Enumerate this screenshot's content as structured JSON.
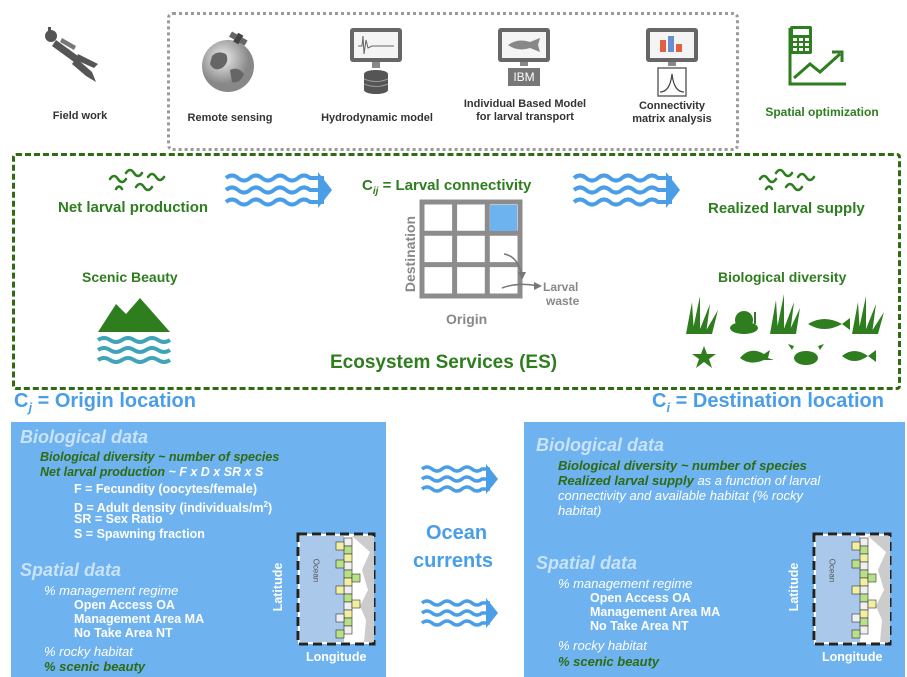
{
  "top": {
    "field_work": "Field work",
    "remote_sensing": "Remote sensing",
    "hydrodynamic_model": "Hydrodynamic model",
    "ibm_line1": "Individual Based Model",
    "ibm_line2": "for larval transport",
    "ibm_screen": "IBM",
    "connectivity_line1": "Connectivity",
    "connectivity_line2": "matrix analysis",
    "spatial_optimization": "Spatial optimization"
  },
  "es": {
    "net_larval_production": "Net larval production",
    "larval_connectivity": "C",
    "larval_connectivity_sub": "ij",
    "larval_connectivity_rest": " = Larval connectivity",
    "realized_larval_supply": "Realized larval supply",
    "scenic_beauty": "Scenic Beauty",
    "biological_diversity": "Biological diversity",
    "destination_axis": "Destination",
    "origin_axis": "Origin",
    "larval_waste_1": "Larval",
    "larval_waste_2": "waste",
    "title": "Ecosystem Services (ES)"
  },
  "origin": {
    "c": "C",
    "sub": "j",
    "rest": " = Origin location",
    "bio_heading": "Biological data",
    "bio_div": "Biological diversity ~ number of species",
    "net_larval_a": "Net larval production",
    "net_larval_b": " ~ F x D x SR x S",
    "f_line": "F = Fecundity (oocytes/female)",
    "d_line": "D = Adult density (individuals/m",
    "d_sup": "2",
    "d_end": ")",
    "sr_line": "SR = Sex Ratio",
    "s_line": "S = Spawning fraction",
    "spatial_heading": "Spatial data",
    "mgmt": "% management regime",
    "oa": "Open Access OA",
    "ma": "Management Area MA",
    "nt": "No Take Area NT",
    "rocky": "% rocky habitat",
    "scenic": "% scenic beauty",
    "lat": "Latitude",
    "lon": "Longitude",
    "ocean": "Ocean"
  },
  "middle": {
    "ocean": "Ocean",
    "currents": "currents"
  },
  "destination": {
    "c": "C",
    "sub": "i",
    "rest": " = Destination location",
    "bio_heading": "Biological data",
    "bio_div": "Biological diversity ~ number of species",
    "realized_a": "Realized larval supply",
    "realized_b": " as a function of larval",
    "realized_c": "connectivity and available habitat (% rocky",
    "realized_d": "habitat)",
    "spatial_heading": "Spatial data",
    "mgmt": "% management regime",
    "oa": "Open Access OA",
    "ma": "Management Area MA",
    "nt": "No Take Area NT",
    "rocky": "% rocky habitat",
    "scenic": "% scenic beauty",
    "lat": "Latitude",
    "lon": "Longitude",
    "ocean": "Ocean"
  },
  "colors": {
    "green": "#2e7d1e",
    "blue": "#4a9ee8",
    "panel": "#6eb2ef",
    "highlight": "#6db3f0"
  }
}
